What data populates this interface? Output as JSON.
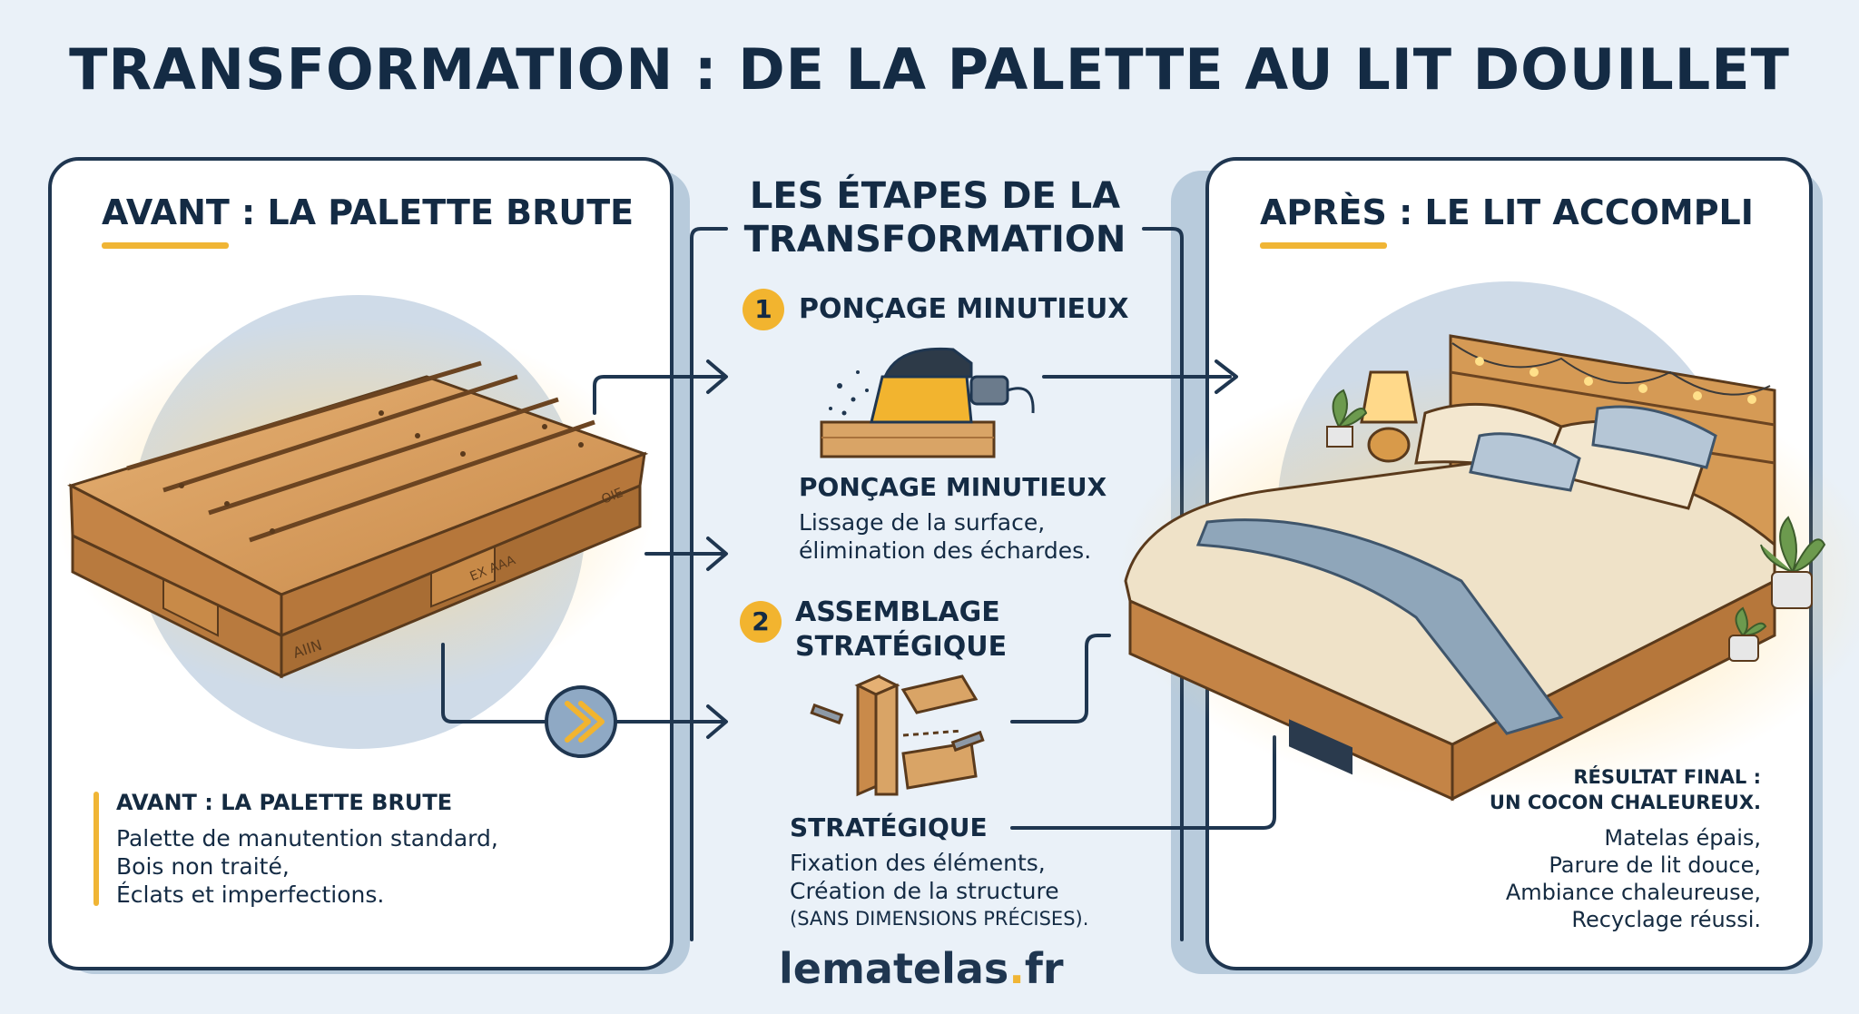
{
  "title": "TRANSFORMATION : DE LA PALETTE AU LIT DOUILLET",
  "left_card": {
    "heading": "AVANT : LA PALETTE BRUTE",
    "note_title": "AVANT : LA PALETTE BRUTE",
    "note_lines": [
      "Palette de manutention standard,",
      "Bois non traité,",
      "Éclats et imperfections."
    ],
    "pallet_stamps": [
      "AIIN",
      "EX AAA",
      "OIE"
    ]
  },
  "center": {
    "heading_lines": [
      "LES ÉTAPES DE LA",
      "TRANSFORMATION"
    ],
    "steps": [
      {
        "number": "1",
        "title": "PONÇAGE MINUTIEUX",
        "subtitle": "PONÇAGE MINUTIEUX",
        "desc_lines": [
          "Lissage de la surface,",
          "élimination des échardes."
        ],
        "icon": "sander-icon"
      },
      {
        "number": "2",
        "title_lines": [
          "ASSEMBLAGE",
          "STRATÉGIQUE"
        ],
        "subtitle": "STRATÉGIQUE",
        "desc_lines": [
          "Fixation des éléments,",
          "Création de la structure"
        ],
        "note": "(SANS DIMENSIONS PRÉCISES).",
        "icon": "wood-joint-icon"
      }
    ]
  },
  "right_card": {
    "heading": "APRÈS : LE LIT ACCOMPLI",
    "result_title_lines": [
      "RÉSULTAT FINAL :",
      "UN COCON CHALEUREUX."
    ],
    "result_lines": [
      "Matelas épais,",
      "Parure de lit douce,",
      "Ambiance chaleureuse,",
      "Recyclage réussi."
    ]
  },
  "logo": {
    "main": "lematelas",
    "dot": ".",
    "tld": "fr"
  },
  "colors": {
    "background": "#eaf1f8",
    "navy": "#142b44",
    "accent_yellow": "#f0b535",
    "wood": "#d59a55",
    "pale_blue_circle": "#cfdbe8"
  }
}
